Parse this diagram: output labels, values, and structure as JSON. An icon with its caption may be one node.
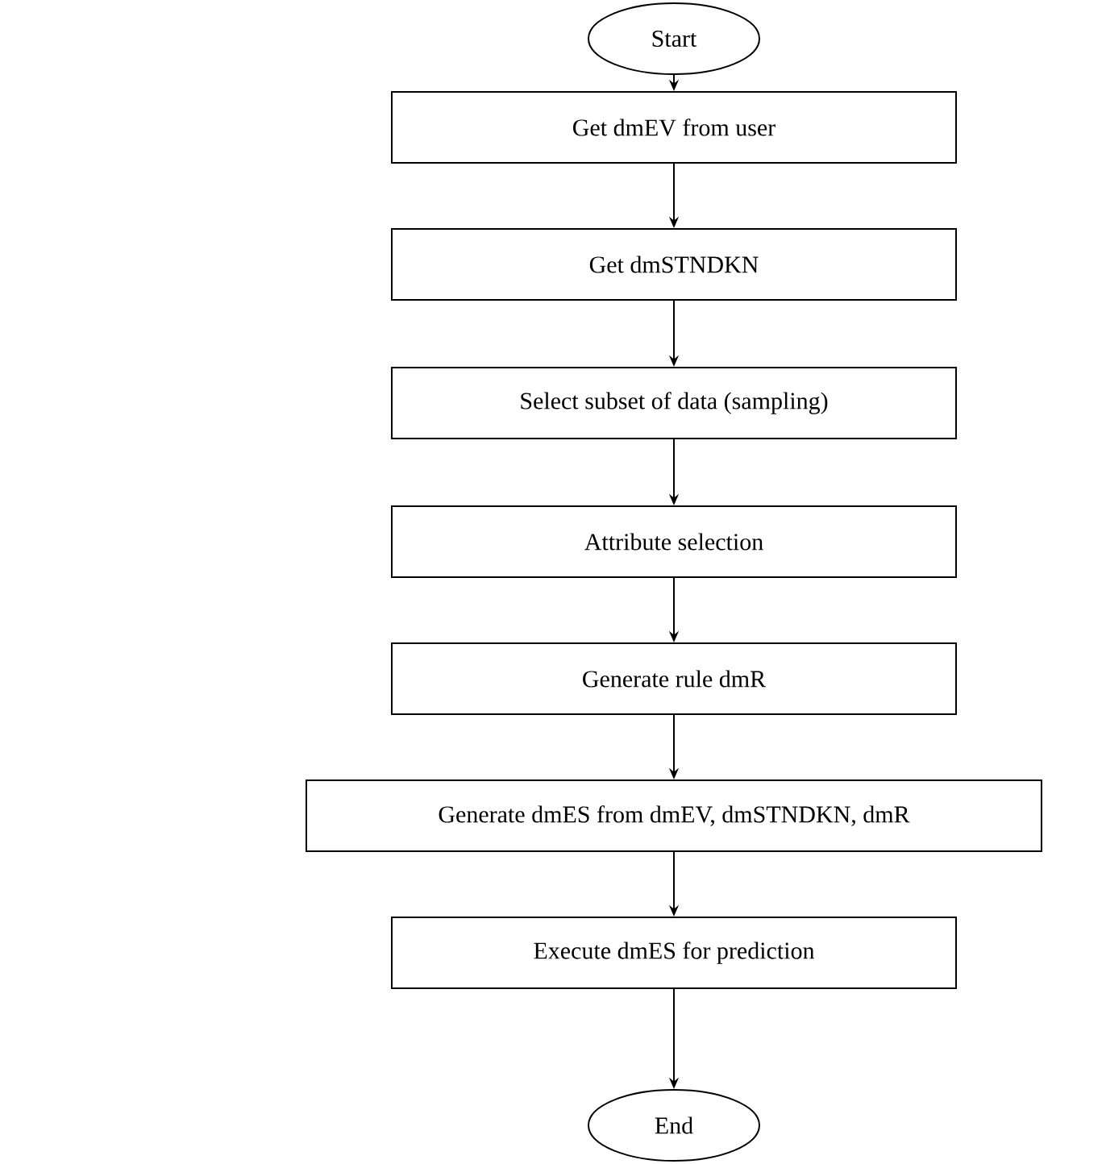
{
  "diagram": {
    "nodes": [
      {
        "text": [
          "Start"
        ]
      },
      {
        "text": [
          "Get dmEV from user"
        ]
      },
      {
        "text": [
          "Get dmSTNDKN"
        ]
      },
      {
        "text": [
          "Select subset of data (sampling)"
        ]
      },
      {
        "text": [
          "Attribute selection"
        ]
      },
      {
        "text": [
          "Generate rule dmR"
        ]
      },
      {
        "text": [
          "Generate dmES from dmEV, dmSTNDKN, dmR"
        ]
      },
      {
        "text": [
          "Execute dmES for prediction"
        ]
      },
      {
        "text": [
          "End"
        ]
      }
    ],
    "edges": [
      {
        "from": 0,
        "to": 1,
        "arrow": "to"
      },
      {
        "from": 1,
        "to": 2,
        "arrow": "to"
      },
      {
        "from": 2,
        "to": 3,
        "arrow": "to"
      },
      {
        "from": 3,
        "to": 4,
        "arrow": "to"
      },
      {
        "from": 4,
        "to": 5,
        "arrow": "to"
      },
      {
        "from": 5,
        "to": 6,
        "arrow": "to"
      },
      {
        "from": 6,
        "to": 7,
        "arrow": "to"
      },
      {
        "from": 7,
        "to": 8,
        "arrow": "to"
      }
    ]
  }
}
